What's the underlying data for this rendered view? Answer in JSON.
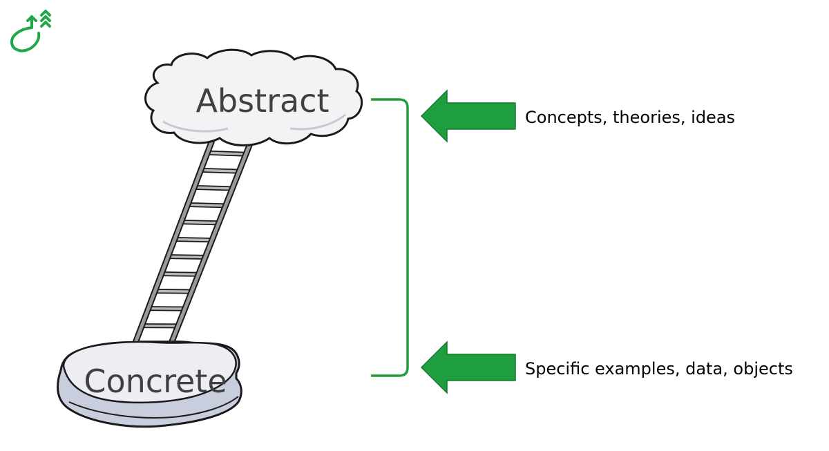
{
  "diagram": {
    "top_node": "Abstract",
    "bottom_node": "Concrete",
    "top_description": "Concepts, theories, ideas",
    "bottom_description": "Specific examples, data, objects"
  },
  "logo": {
    "icon": "drop-rising-arrows-icon",
    "color": "#20a848"
  },
  "colors": {
    "arrow": "#1e9e3e",
    "bracket": "#1e9e3e",
    "cloud_fill": "#f2f3f5",
    "cloud_stroke": "#1a1a1a",
    "rock_fill": "#c9cede",
    "rock_top": "#eceef4",
    "ladder": "#8a8a8a"
  }
}
